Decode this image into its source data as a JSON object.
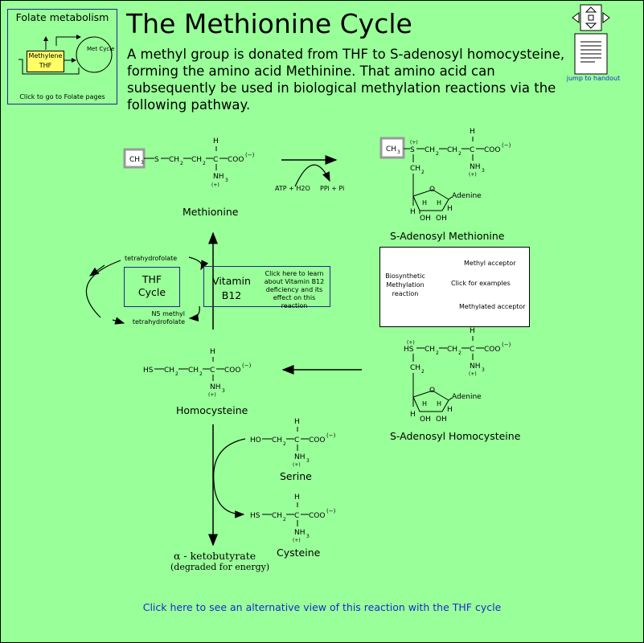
{
  "title": "The Methionine Cycle",
  "intro": "A methyl group is donated from THF to S-adenosyl homocysteine, forming the amino acid Methinine. That amino acid can subsequently be used in biological methylation reactions via the following pathway.",
  "folate_panel": {
    "title": "Folate metabolism",
    "methylene_thf": "Methylene THF",
    "met_cycle": "Met Cycle",
    "link": "Click to go to Folate pages"
  },
  "handout": {
    "link": "jump to handout"
  },
  "compounds": {
    "methionine": "Methionine",
    "sam": "S-Adenosyl Methionine",
    "sah": "S-Adenosyl Homocysteine",
    "homocysteine": "Homocysteine",
    "serine": "Serine",
    "cysteine": "Cysteine",
    "ketobutyrate": "α - ketobutyrate",
    "ketobutyrate_note": "(degraded for energy)"
  },
  "reaction1": {
    "in": "ATP + H2O",
    "out": "PPi + Pi"
  },
  "thf_cycle": {
    "box": "THF Cycle",
    "top": "tetrahydrofolate",
    "bottom": "N5 methyl tetrahydrofolate"
  },
  "vitamin": {
    "label": "Vitamin B12",
    "text": "Click here to learn about Vitamin B12 deficiency and its effect on this reaction"
  },
  "methylation": {
    "label": "Biosynthetic Methylation reaction",
    "acceptor": "Methyl acceptor",
    "examples": "Click for examples",
    "methylated": "Methylated acceptor"
  },
  "bottom_link": "Click here to see an alternative view of this reaction with the THF cycle",
  "colors": {
    "background": "#99ff99",
    "link": "#1a2ad0",
    "box_border": "#1a2a88",
    "highlight": "#ffff66"
  }
}
